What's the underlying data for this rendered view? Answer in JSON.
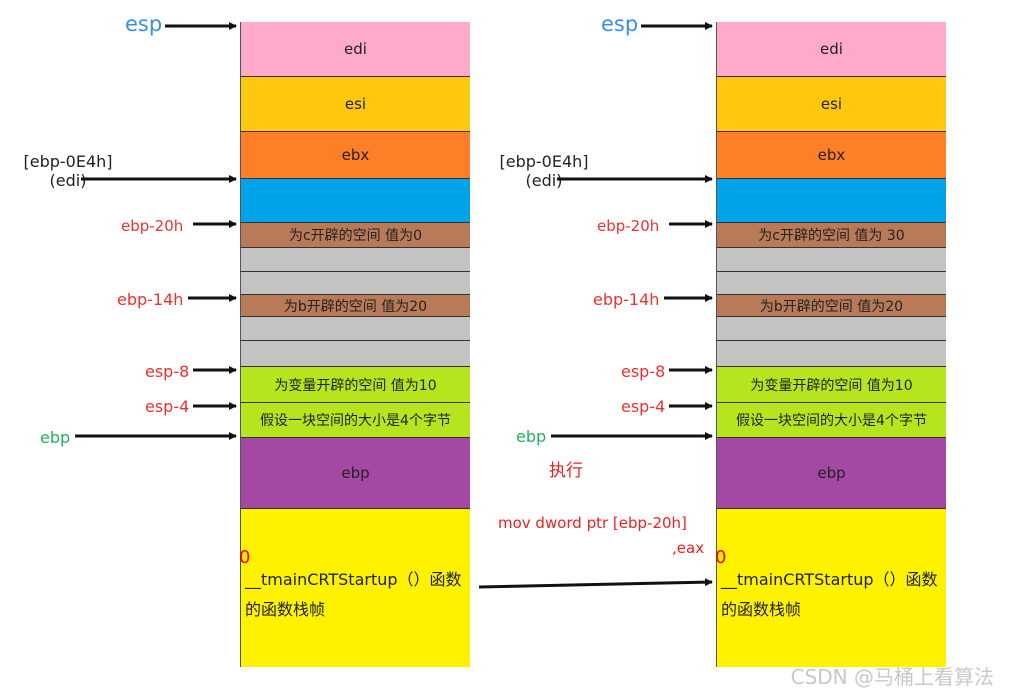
{
  "diagrams": [
    {
      "id": "before",
      "labels": {
        "esp": "esp",
        "ebp_0e4h": "[ebp-0E4h]",
        "edi_paren": "(edi)",
        "ebp_20h": "ebp-20h",
        "ebp_14h": "ebp-14h",
        "esp_8": "esp-8",
        "esp_4": "esp-4",
        "ebp": "ebp"
      },
      "cells": [
        {
          "text": "edi",
          "color": "#ffaacb"
        },
        {
          "text": "esi",
          "color": "#fec80e"
        },
        {
          "text": "ebx",
          "color": "#fe7f27"
        },
        {
          "text": "",
          "color": "#00a2e8"
        },
        {
          "text": "为c开辟的空间 值为0",
          "color": "#b97a57"
        },
        {
          "text": "",
          "color": "#c3c3c3"
        },
        {
          "text": "",
          "color": "#c3c3c3"
        },
        {
          "text": "为b开辟的空间  值为20",
          "color": "#b97a57"
        },
        {
          "text": "",
          "color": "#c3c3c3"
        },
        {
          "text": "",
          "color": "#c3c3c3"
        },
        {
          "text": "为变量开辟的空间  值为10",
          "color": "#b5e61d"
        },
        {
          "text": "假设一块空间的大小是4个字节",
          "color": "#b5e61d"
        },
        {
          "text": "ebp",
          "color": "#a349a4"
        },
        {
          "text": "__tmainCRTStartup（）函数",
          "text2": "的函数栈帧",
          "color": "#fff200"
        }
      ],
      "zero_mark": "0"
    },
    {
      "id": "after",
      "labels": {
        "esp": "esp",
        "ebp_0e4h": "[ebp-0E4h]",
        "edi_paren": "(edi)",
        "ebp_20h": "ebp-20h",
        "ebp_14h": "ebp-14h",
        "esp_8": "esp-8",
        "esp_4": "esp-4",
        "ebp": "ebp"
      },
      "cells": [
        {
          "text": "edi",
          "color": "#ffaacb"
        },
        {
          "text": "esi",
          "color": "#fec80e"
        },
        {
          "text": "ebx",
          "color": "#fe7f27"
        },
        {
          "text": "",
          "color": "#00a2e8"
        },
        {
          "text": "为c开辟的空间 值为 30",
          "color": "#b97a57"
        },
        {
          "text": "",
          "color": "#c3c3c3"
        },
        {
          "text": "",
          "color": "#c3c3c3"
        },
        {
          "text": "为b开辟的空间  值为20",
          "color": "#b97a57"
        },
        {
          "text": "",
          "color": "#c3c3c3"
        },
        {
          "text": "",
          "color": "#c3c3c3"
        },
        {
          "text": "为变量开辟的空间  值为10",
          "color": "#b5e61d"
        },
        {
          "text": "假设一块空间的大小是4个字节",
          "color": "#b5e61d"
        },
        {
          "text": "ebp",
          "color": "#a349a4"
        },
        {
          "text": "__tmainCRTStartup（）函数",
          "text2": "的函数栈帧",
          "color": "#fff200"
        }
      ],
      "zero_mark": "0"
    }
  ],
  "transition": {
    "execute_label": "执行",
    "instruction_line1": "mov dword ptr [ebp-20h]",
    "instruction_line2": ",eax"
  },
  "watermark": "CSDN @马桶上看算法"
}
